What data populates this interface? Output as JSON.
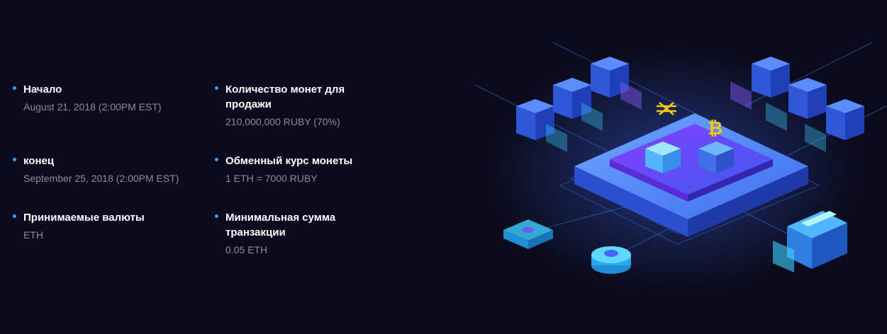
{
  "sale_info": {
    "left": [
      {
        "label": "Начало",
        "value": "August 21, 2018 (2:00PM EST)"
      },
      {
        "label": "конец",
        "value": "September 25, 2018 (2:00PM EST)"
      },
      {
        "label": "Принимаемые валюты",
        "value": "ETH"
      }
    ],
    "right": [
      {
        "label": "Количество монет для продажи",
        "value": "210,000,000 RUBY (70%)"
      },
      {
        "label": "Обменный курс монеты",
        "value": "1 ETH = 7000 RUBY"
      },
      {
        "label": "Минимальная сумма транзакции",
        "value": "0.05 ETH"
      }
    ]
  },
  "illustration": {
    "bitcoin_symbol": "₿",
    "icons": [
      "bitcoin-icon",
      "crossed-coin-icon",
      "isometric-block-icon"
    ],
    "colors": {
      "background": "#0b0b1d",
      "bullet": "#3aa0ff",
      "platform": "#3d6cf0",
      "accent_purple": "#7a3cff",
      "glow_cyan": "#2fd6ff",
      "bitcoin": "#f5c518"
    }
  }
}
